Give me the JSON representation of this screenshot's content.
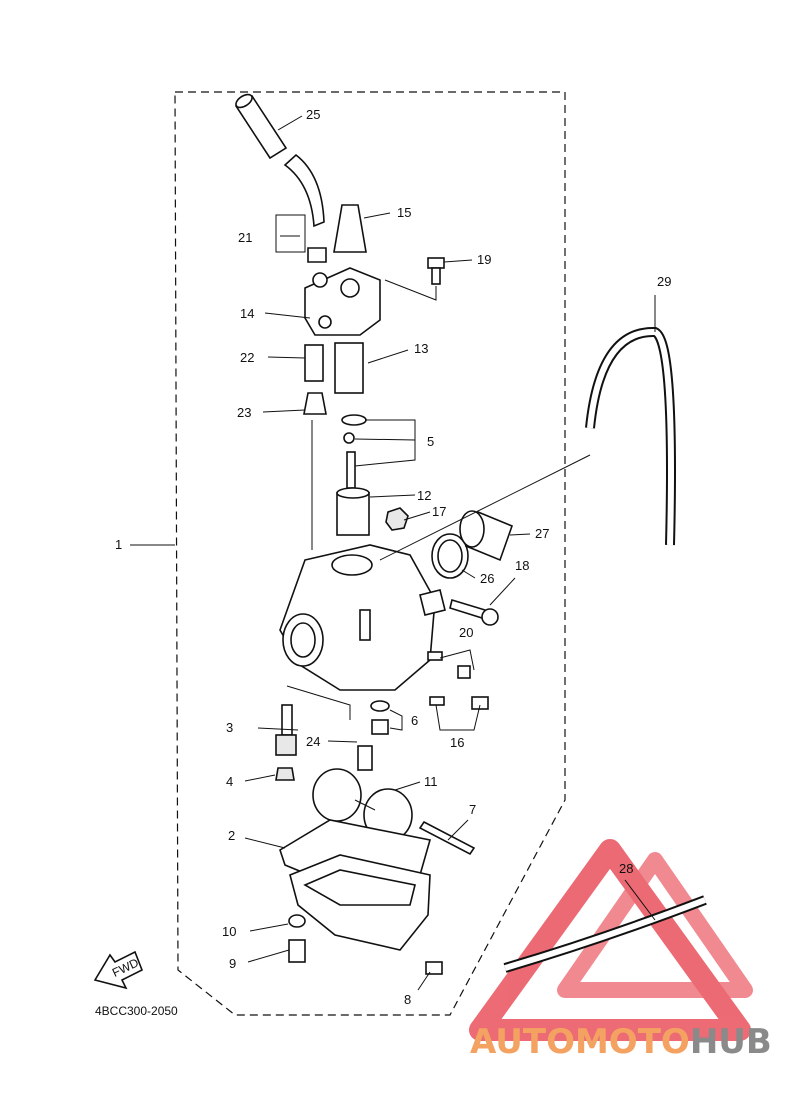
{
  "diagram_code": "4BCC300-2050",
  "direction_label": "FWD",
  "watermark": {
    "part_a": "AUTOMOTO",
    "part_b": "HUB",
    "color_a": "#f4a261",
    "color_b": "#8a8a8a",
    "logo_color": "#e63946"
  },
  "callouts": {
    "c1": "1",
    "c2": "2",
    "c3": "3",
    "c4": "4",
    "c5": "5",
    "c6": "6",
    "c7": "7",
    "c8": "8",
    "c9": "9",
    "c10": "10",
    "c11": "11",
    "c12": "12",
    "c13": "13",
    "c14": "14",
    "c15": "15",
    "c16": "16",
    "c17": "17",
    "c18": "18",
    "c19": "19",
    "c20": "20",
    "c21": "21",
    "c22": "22",
    "c23": "23",
    "c24": "24",
    "c25": "25",
    "c26": "26",
    "c27": "27",
    "c28": "28",
    "c29": "29"
  }
}
